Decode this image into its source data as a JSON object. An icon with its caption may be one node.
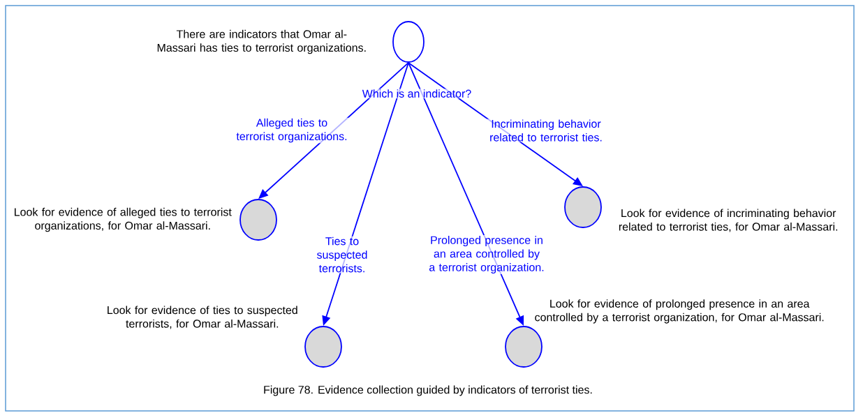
{
  "diagram": {
    "caption": "Figure 78. Evidence collection guided by indicators of terrorist ties.",
    "nodes": [
      {
        "text": [],
        "shape": "circle",
        "beside": [
          "There are indicators that Omar al-Massari has ties to terrorist organizations."
        ]
      },
      {
        "text": [],
        "shape": "circle",
        "beside": [
          "Look for evidence of alleged ties to terrorist organizations, for Omar al-Massari."
        ]
      },
      {
        "text": [],
        "shape": "circle",
        "beside": [
          "Look for evidence of ties to suspected terrorists, for Omar al-Massari."
        ]
      },
      {
        "text": [],
        "shape": "circle",
        "beside": [
          "Look for evidence of prolonged presence in an area controlled by a terrorist organization, for Omar al-Massari."
        ]
      },
      {
        "text": [],
        "shape": "circle",
        "beside": [
          "Look for evidence of incriminating behavior related to terrorist ties, for Omar al-Massari."
        ]
      }
    ],
    "edges": [
      {
        "from": 0,
        "to": 1,
        "arrow": "to",
        "label": "Alleged ties to terrorist organizations."
      },
      {
        "from": 0,
        "to": 2,
        "arrow": "to",
        "label": "Ties to suspected terrorists."
      },
      {
        "from": 0,
        "to": 3,
        "arrow": "to",
        "label": "Prolonged presence in an area controlled by a terrorist organization."
      },
      {
        "from": 0,
        "to": 4,
        "arrow": "to",
        "label": "Incriminating behavior related to terrorist ties."
      }
    ],
    "labels": [
      "Which is an indicator?"
    ]
  }
}
